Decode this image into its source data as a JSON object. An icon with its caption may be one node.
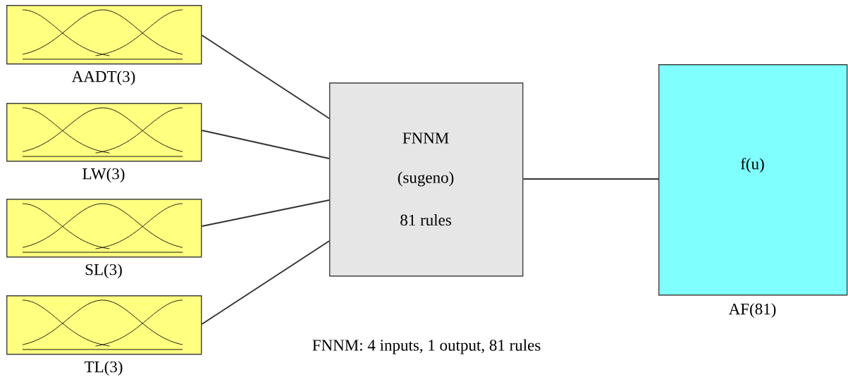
{
  "diagram": {
    "nodes": [
      {
        "text": [
          "AADT(3)"
        ]
      },
      {
        "text": [
          "LW(3)"
        ]
      },
      {
        "text": [
          "SL(3)"
        ]
      },
      {
        "text": [
          "TL(3)"
        ]
      },
      {
        "text": [
          "FNNM",
          "(sugeno)",
          "81 rules"
        ]
      },
      {
        "text": [
          "f(u)",
          "AF(81)"
        ]
      }
    ],
    "edges": [
      {
        "from": 0,
        "to": 4,
        "arrow": "none"
      },
      {
        "from": 1,
        "to": 4,
        "arrow": "none"
      },
      {
        "from": 2,
        "to": 4,
        "arrow": "none"
      },
      {
        "from": 3,
        "to": 4,
        "arrow": "none"
      },
      {
        "from": 4,
        "to": 5,
        "arrow": "none"
      }
    ],
    "labels": [
      "FNNM: 4 inputs, 1 output, 81 rules"
    ]
  }
}
